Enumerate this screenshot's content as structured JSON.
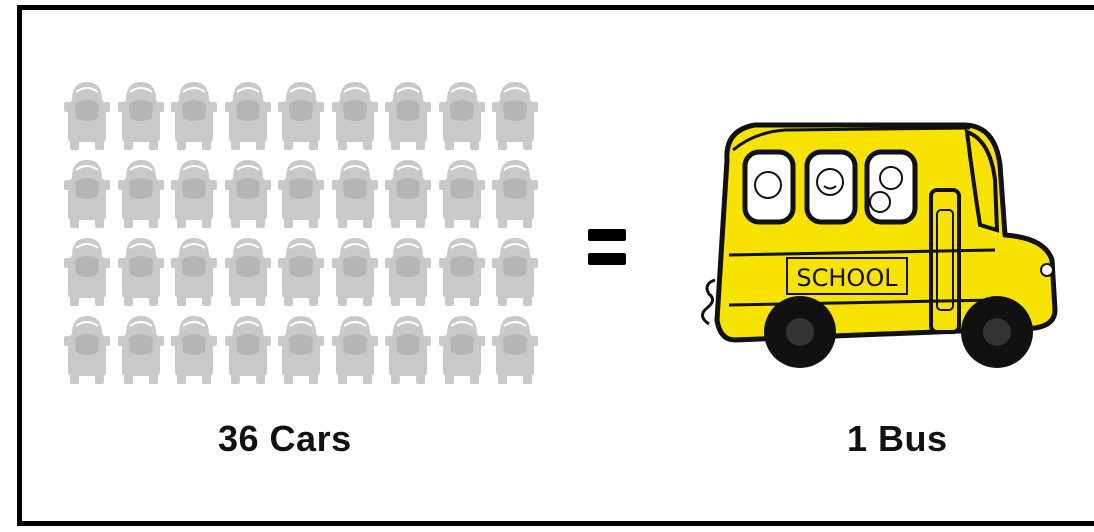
{
  "left_group": {
    "label": "36 Cars",
    "count": 36,
    "rows": 4,
    "columns": 9,
    "icon": "car-icon",
    "color": "#c9c9c9"
  },
  "operator": "equals",
  "right_group": {
    "label": "1 Bus",
    "count": 1,
    "icon": "school-bus-icon",
    "bus_text": "SCHOOL",
    "color": "#f7e200"
  }
}
